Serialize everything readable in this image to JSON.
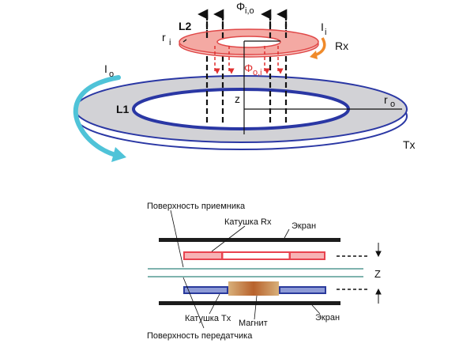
{
  "top": {
    "label_L2": "L2",
    "label_L1": "L1",
    "label_ri": "r",
    "label_ri_sub": "i",
    "label_Phi_io": "Φ",
    "label_Phi_io_sub": "i,o",
    "label_Phi_oi": "Φ",
    "label_Phi_oi_sub": "o,i",
    "label_Ii": "I",
    "label_Ii_sub": "i",
    "label_Io": "I",
    "label_Io_sub": "o",
    "label_Rx": "Rx",
    "label_Tx": "Tx",
    "label_z": "z",
    "label_ro": "r",
    "label_ro_sub": "o",
    "colors": {
      "rx_ring": "#e8736e",
      "tx_ring_fill": "#d2d2d6",
      "tx_ring_edge": "#2a37a4",
      "current_i_arrow": "#f08a2a",
      "current_o_arrow": "#4fc3d8",
      "flux_down": "#e03030"
    }
  },
  "bottom": {
    "receiver_surface": "Поверхность приемника",
    "rx_coil": "Катушка Rx",
    "screen_top": "Экран",
    "z_label": "Z",
    "tx_coil": "Катушка Tx",
    "magnet": "Магнит",
    "screen_bottom": "Экран",
    "transmitter_surface": "Поверхность передатчика",
    "colors": {
      "screen": "#1c1c1c",
      "surface_line": "#7fb3ae",
      "rx_coil": "#e8434f",
      "tx_coil": "#2a3a9c",
      "magnet_center": "#b8622c"
    }
  }
}
